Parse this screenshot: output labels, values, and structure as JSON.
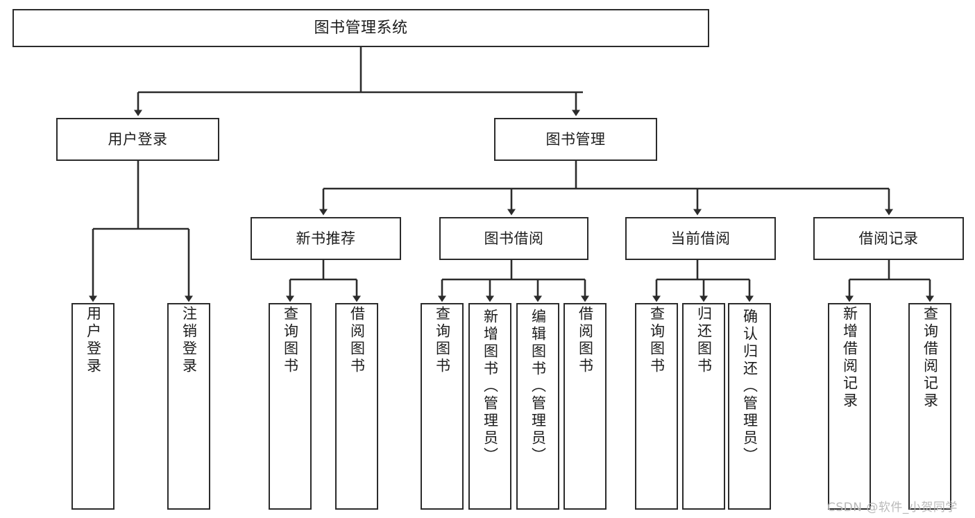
{
  "diagram": {
    "type": "tree-hierarchy-chart",
    "title": "图书管理系统",
    "stroke_color": "#2b2b2b",
    "background_color": "#ffffff",
    "text_color": "#1c1c1c",
    "nodes": {
      "root": {
        "label": "图书管理系统"
      },
      "level2": [
        {
          "id": "user-login",
          "label": "用户登录"
        },
        {
          "id": "book-management",
          "label": "图书管理"
        }
      ],
      "level3": [
        {
          "id": "new-book-recommend",
          "label": "新书推荐"
        },
        {
          "id": "book-borrow",
          "label": "图书借阅"
        },
        {
          "id": "current-borrow",
          "label": "当前借阅"
        },
        {
          "id": "borrow-record",
          "label": "借阅记录"
        }
      ],
      "leaves": {
        "user_login": [
          {
            "id": "leaf-user-login",
            "label": "用户登录"
          },
          {
            "id": "leaf-logout-login",
            "label": "注销登录"
          }
        ],
        "new_book_recommend": [
          {
            "id": "leaf-query-book-1",
            "label": "查询图书"
          },
          {
            "id": "leaf-borrow-book-1",
            "label": "借阅图书"
          }
        ],
        "book_borrow": [
          {
            "id": "leaf-query-book-2",
            "label": "查询图书"
          },
          {
            "id": "leaf-add-book",
            "label": "新增图书（管理员）"
          },
          {
            "id": "leaf-edit-book",
            "label": "编辑图书（管理员）"
          },
          {
            "id": "leaf-borrow-book-2",
            "label": "借阅图书"
          }
        ],
        "current_borrow": [
          {
            "id": "leaf-query-book-3",
            "label": "查询图书"
          },
          {
            "id": "leaf-return-book",
            "label": "归还图书"
          },
          {
            "id": "leaf-confirm-return",
            "label": "确认归还（管理员）"
          }
        ],
        "borrow_record": [
          {
            "id": "leaf-add-borrow-record",
            "label": "新增借阅记录"
          },
          {
            "id": "leaf-query-borrow-record",
            "label": "查询借阅记录"
          }
        ]
      }
    }
  },
  "watermark": {
    "text": "CSDN @软件_小贺同学",
    "color": "#b9b9b9"
  }
}
